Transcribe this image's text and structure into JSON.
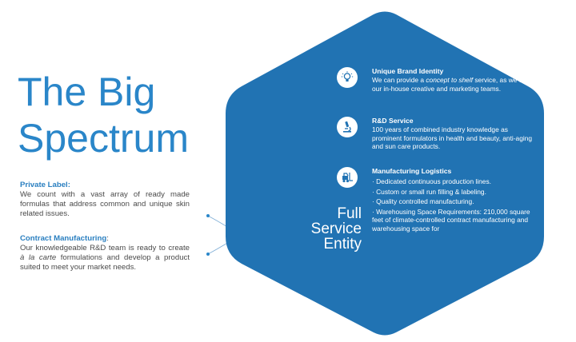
{
  "title": {
    "line1": "The Big",
    "line2": "Spectrum"
  },
  "left": {
    "private": {
      "heading": "Private Label",
      "colon": ":",
      "body": "We count with a vast array of ready made formulas that address common and unique skin related issues."
    },
    "contract": {
      "heading": "Contract Manufacturing",
      "colon": ":",
      "body_pre": "Our knowledgeable R&D team is ready to create ",
      "body_em": "à la carte",
      "body_post": " formulations and develop a product suited to meet your market needs."
    }
  },
  "entity": {
    "line1": "Full",
    "line2": "Service",
    "line3": "Entity"
  },
  "features": {
    "brand": {
      "icon": "lightbulb-icon",
      "heading": "Unique Brand Identity",
      "pre": "We can provide a ",
      "em": "concept to shelf",
      "post": " service, as we utilize our in-house creative and marketing teams."
    },
    "rnd": {
      "icon": "microscope-icon",
      "heading": "R&D Service",
      "body": "100 years of combined industry knowledge as prominent formulators in health and beauty, anti-aging and sun care products."
    },
    "logistics": {
      "icon": "forklift-icon",
      "heading": "Manufacturing Logistics",
      "bullets": [
        "· Dedicated continuous  production lines.",
        "· Custom or small run filling & labeling.",
        "· Quality controlled manufacturing.",
        "· Warehousing Space Requirements: 210,000 square feet of climate-controlled contract manufacturing and warehousing space for"
      ]
    }
  },
  "colors": {
    "accent": "#2a86c9",
    "hexagon": "#2173b3"
  }
}
